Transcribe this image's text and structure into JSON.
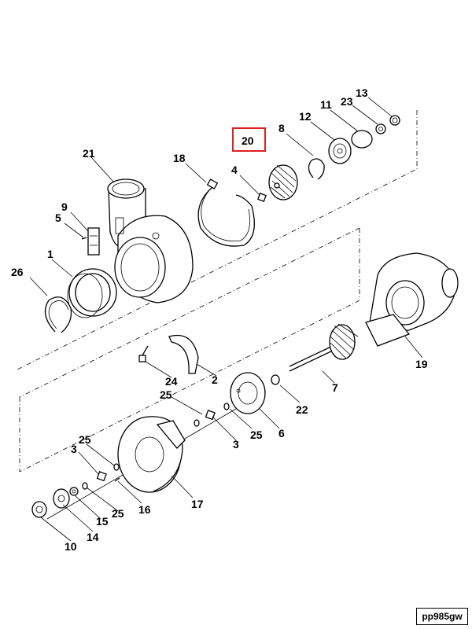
{
  "diagram": {
    "highlighted_label": "20",
    "highlight_color": "#e0201e",
    "document_code": "pp985gw",
    "callouts": [
      {
        "id": "1",
        "text": "1"
      },
      {
        "id": "2",
        "text": "2"
      },
      {
        "id": "3a",
        "text": "3"
      },
      {
        "id": "3b",
        "text": "3"
      },
      {
        "id": "4",
        "text": "4"
      },
      {
        "id": "5",
        "text": "5"
      },
      {
        "id": "6",
        "text": "6"
      },
      {
        "id": "7",
        "text": "7"
      },
      {
        "id": "8",
        "text": "8"
      },
      {
        "id": "9",
        "text": "9"
      },
      {
        "id": "10",
        "text": "10"
      },
      {
        "id": "11",
        "text": "11"
      },
      {
        "id": "12",
        "text": "12"
      },
      {
        "id": "13",
        "text": "13"
      },
      {
        "id": "14",
        "text": "14"
      },
      {
        "id": "15",
        "text": "15"
      },
      {
        "id": "16",
        "text": "16"
      },
      {
        "id": "17",
        "text": "17"
      },
      {
        "id": "18",
        "text": "18"
      },
      {
        "id": "19",
        "text": "19"
      },
      {
        "id": "20",
        "text": "20"
      },
      {
        "id": "21",
        "text": "21"
      },
      {
        "id": "22",
        "text": "22"
      },
      {
        "id": "23",
        "text": "23"
      },
      {
        "id": "24",
        "text": "24"
      },
      {
        "id": "25a",
        "text": "25"
      },
      {
        "id": "25b",
        "text": "25"
      },
      {
        "id": "25c",
        "text": "25"
      },
      {
        "id": "25d",
        "text": "25"
      },
      {
        "id": "26",
        "text": "26"
      }
    ]
  }
}
